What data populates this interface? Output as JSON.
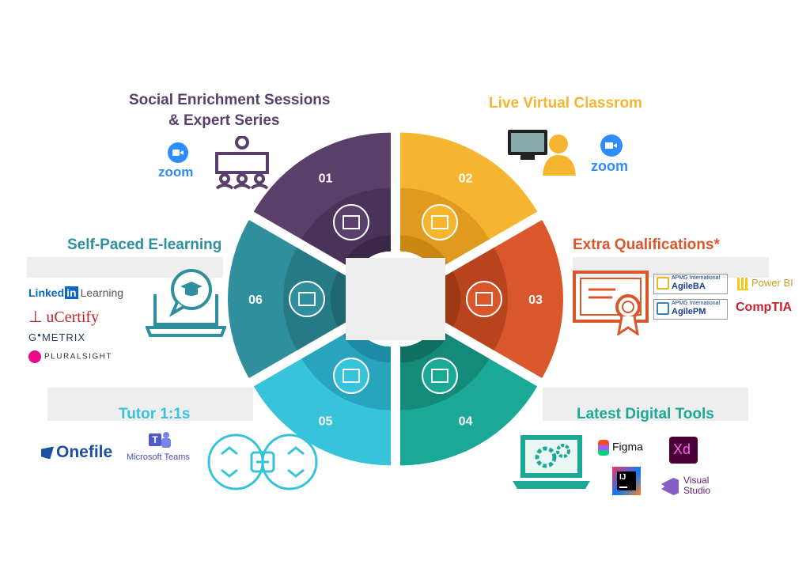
{
  "colors": {
    "purple": "#5a3f6b",
    "yellow": "#f6b530",
    "orange": "#d9572b",
    "teal": "#1aa997",
    "cyan": "#37c3da",
    "teal_dark": "#2f8f9c",
    "section_title_social": "#5a3f6b",
    "section_title_live": "#f6b530",
    "section_title_extra": "#d9572b",
    "section_title_digital": "#1aa997",
    "section_title_tutor": "#37c3da",
    "section_title_self": "#2f8f9c"
  },
  "segments": [
    {
      "number": "01",
      "icon": "presenter-desk-icon"
    },
    {
      "number": "02",
      "icon": "video-grid-icon"
    },
    {
      "number": "03",
      "icon": "buildings-icon"
    },
    {
      "number": "04",
      "icon": "presentation-board-icon"
    },
    {
      "number": "05",
      "icon": "network-people-icon"
    },
    {
      "number": "06",
      "icon": "books-stack-icon"
    }
  ],
  "sections": {
    "social": {
      "title_line1": "Social Enrichment Sessions",
      "title_line2": "& Expert Series",
      "logos": [
        "zoom"
      ],
      "icon": "meeting-table-icon"
    },
    "live": {
      "title": "Live Virtual Classrom",
      "logos": [
        "zoom"
      ],
      "icon": "video-call-icon"
    },
    "extra": {
      "title": "Extra Qualifications*",
      "logos": [
        "APMG International",
        "AgileBA",
        "APMG International",
        "AgilePM",
        "Power BI",
        "CompTIA"
      ],
      "icon": "certificate-icon"
    },
    "digital": {
      "title": "Latest Digital Tools",
      "logos": [
        "Figma",
        "Xd",
        "IJ",
        "Visual",
        "Studio"
      ],
      "icon": "laptop-gears-icon"
    },
    "tutor": {
      "title": "Tutor 1:1s",
      "logos": [
        "Onefile",
        "Microsoft Teams"
      ],
      "icon": "chain-link-icon"
    },
    "self": {
      "title": "Self-Paced E-learning",
      "logos": [
        "Linked",
        "in",
        "Learning",
        "uCertify",
        "G",
        "METRIX",
        "PLURALSIGHT"
      ],
      "icon": "laptop-graduation-icon"
    }
  }
}
